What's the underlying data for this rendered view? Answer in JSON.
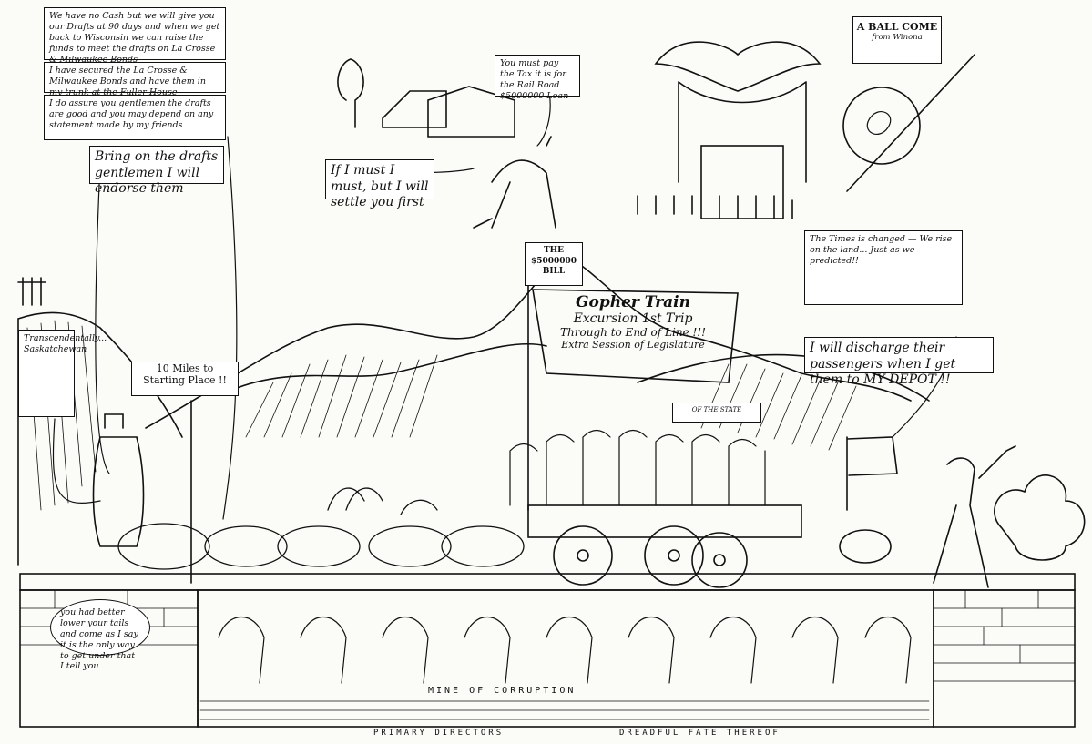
{
  "bubbles": {
    "cash": "We have no Cash but we will give you our Drafts at 90 days and when we get back to Wisconsin we can raise the funds to meet the drafts on La Crosse & Milwaukee Bonds",
    "lacrosse": "I have secured the La Crosse & Milwaukee Bonds and have them in my trunk at the Fuller House",
    "assure": "I do assure you gentlemen the drafts are good and you may depend on any statement made by my friends",
    "endorse": "Bring on the drafts gentlemen I will endorse them",
    "left_edge": "Transcendentally... Saskatchewan",
    "tax": "You must pay the Tax it is for the Rail Road $5000000 Loan",
    "settle": "If I must I must, but I will settle you first",
    "times": "The Times is changed — We rise on the land... Just as we predicted!!",
    "depot": "I will discharge their passengers when I get them to MY DEPOT !!",
    "tails": "you had better lower your tails and come as I say it is the only way to get under that I tell you",
    "seal": "OF THE STATE"
  },
  "signs": {
    "ball_title": "A BALL COME",
    "ball_sub": "from Winona",
    "milepost_top": "10 Miles to",
    "milepost_bottom": "Starting Place !!",
    "bill": "THE $5000000 BILL",
    "banner_1": "Gopher Train",
    "banner_2": "Excursion 1st Trip",
    "banner_3": "Through to End of Line !!!",
    "banner_4": "Extra Session of Legislature"
  },
  "labels": {
    "mine": "MINE     OF     CORRUPTION",
    "bottom_left": "PRIMARY DIRECTORS",
    "bottom_right": "DREADFUL  FATE  THEREOF"
  },
  "colors": {
    "ink": "#111111",
    "paper": "#fbfbf8"
  }
}
